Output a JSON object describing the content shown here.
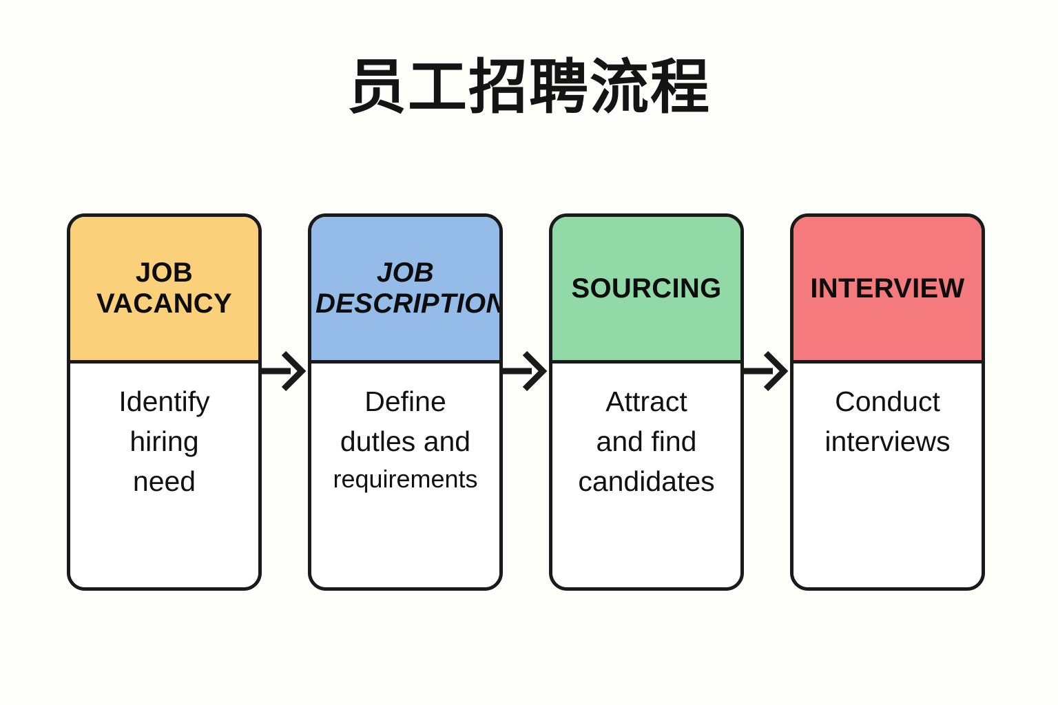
{
  "title": "员工招聘流程",
  "background_color": "#fdfdfa",
  "outline_color": "#1a1a1a",
  "steps": [
    {
      "index": 1,
      "header_line1": "JOB",
      "header_line2": "VACANCY",
      "header_italic": false,
      "header_color": "#fad07b",
      "body_line1": "Identify",
      "body_line2": "hiring",
      "body_line3": "need"
    },
    {
      "index": 2,
      "header_line1": "JOB",
      "header_line2": "DESCRIPTION",
      "header_italic": true,
      "header_color": "#95bce8",
      "body_line1": "Define",
      "body_line2": "dutles and",
      "body_line3": "requirements"
    },
    {
      "index": 3,
      "header_line1": "SOURCING",
      "header_line2": "",
      "header_italic": false,
      "header_color": "#92d9a8",
      "body_line1": "Attract",
      "body_line2": "and find",
      "body_line3": "candidates"
    },
    {
      "index": 4,
      "header_line1": "INTERVIEW",
      "header_line2": "",
      "header_italic": false,
      "header_color": "#f47a7e",
      "body_line1": "Conduct",
      "body_line2": "interviews",
      "body_line3": ""
    }
  ],
  "connectors": [
    {
      "icon": "arrow-right-icon",
      "from": 1,
      "to": 2
    },
    {
      "icon": "arrow-right-icon",
      "from": 2,
      "to": 3
    },
    {
      "icon": "arrow-right-icon",
      "from": 3,
      "to": 4
    }
  ]
}
